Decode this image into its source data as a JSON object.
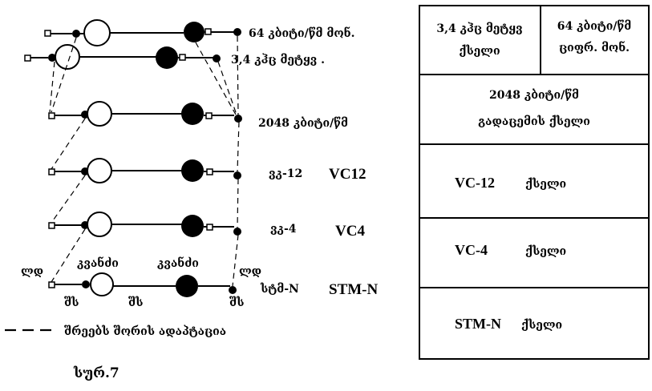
{
  "layers": [
    {
      "id": "64k",
      "label": "64 კბიტი/წმ მონ."
    },
    {
      "id": "3_4k",
      "label": "3,4 კჰც მეტყვ ."
    },
    {
      "id": "2048",
      "label": "2048 კბიტი/წმ"
    },
    {
      "id": "vc12",
      "label_geo": "ვკ-12",
      "label_en": "VC12"
    },
    {
      "id": "vc4",
      "label_geo": "ვკ-4",
      "label_en": "VC4"
    },
    {
      "id": "stm",
      "label_geo": "სტმ-N",
      "label_en": "STM-N"
    }
  ],
  "bottom_labels": {
    "left_small": "ლდ",
    "right_small": "ლდ",
    "left_top": "კვანძი",
    "right_top": "კვანძი",
    "below": [
      "შს",
      "შს",
      "შს"
    ]
  },
  "legend_text": "შრეებს შორის ადაპტაცია",
  "figure_caption": "სურ.7",
  "table": {
    "row1_left": [
      "3,4 კჰც მეტყვ",
      "ქსელი"
    ],
    "row1_right": [
      "64 კბიტი/წმ",
      "ციფრ. მონ."
    ],
    "row2": [
      "2048 კბიტი/წმ",
      "გადაცემის ქსელი"
    ],
    "row3": [
      "VC-12",
      "ქსელი"
    ],
    "row4": [
      "VC-4",
      "ქსელი"
    ],
    "row5": [
      "STM-N",
      "ქსელი"
    ]
  }
}
